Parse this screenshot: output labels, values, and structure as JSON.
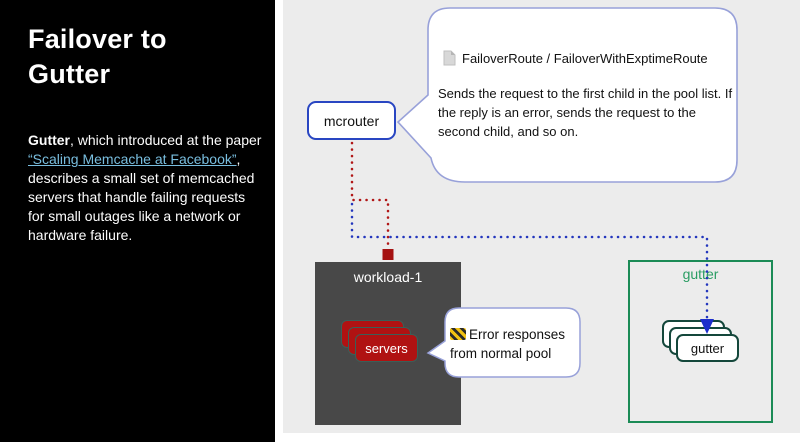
{
  "left_panel": {
    "title": "Failover to Gutter",
    "paragraph": {
      "lead_bold": "Gutter",
      "after_bold": ", which introduced at the paper ",
      "link": "“Scaling Memcache at Facebook”",
      "after_link": ", describes a small set of memcached servers that handle failing requests for small outages like a network or hardware failure."
    }
  },
  "diagram": {
    "mcrouter": {
      "label": "mcrouter"
    },
    "failover_callout": {
      "icon": "document-icon",
      "title": "FailoverRoute / FailoverWithExptimeRoute",
      "body": "Sends the request to the first child in the pool list. If the reply is an error, sends the request to the second child, and so on."
    },
    "workload": {
      "label": "workload-1",
      "servers_label": "servers"
    },
    "error_callout": {
      "icon": "construction-barrier-icon",
      "text": "Error responses from normal pool"
    },
    "gutter_pool": {
      "label": "gutter",
      "server_label": "gutter"
    }
  },
  "colors": {
    "left_panel_bg": "#000000",
    "canvas_bg": "#ececec",
    "link": "#79bedf",
    "mcrouter_border": "#2946c2",
    "callout_border": "#98a1d9",
    "red_route": "#b11616",
    "red_endpoint": "#a51212",
    "blue_route": "#2336bd",
    "blue_arrow": "#1c2ecb",
    "servers_fill": "#b01212",
    "workload_bg": "#484848",
    "gutter_green_border": "#1b8b56",
    "gutter_green_text": "#2a9d63"
  }
}
